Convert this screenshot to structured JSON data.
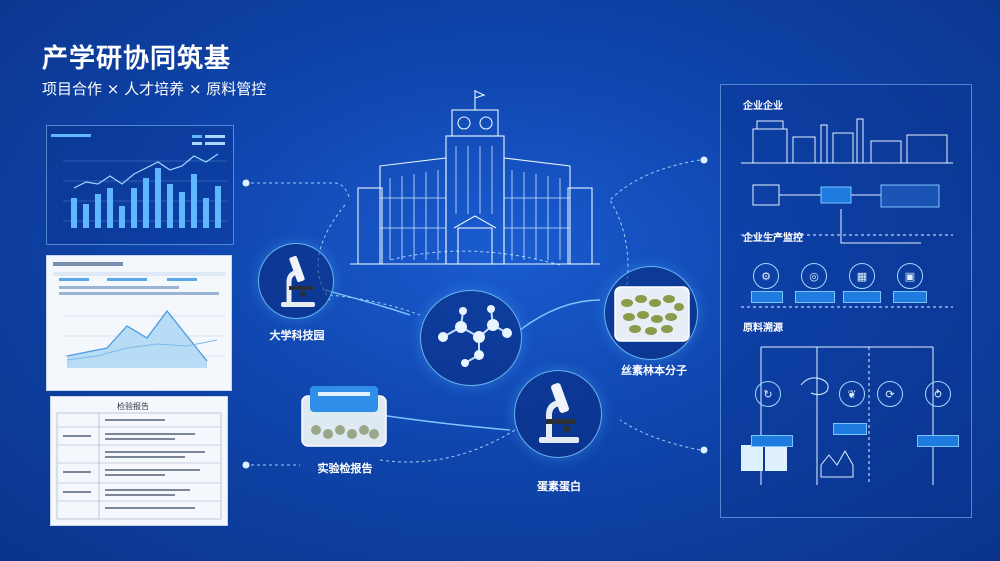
{
  "header": {
    "title": "产学研协同筑基",
    "subtitle": "项目合作 × 人才培养 × 原料管控"
  },
  "center": {
    "university_label": "大学科技园",
    "report_label": "实验检报告",
    "protein_label": "蛋素蛋白",
    "molecule_label": "丝素林本分子"
  },
  "right_panel": {
    "section1": "企业企业",
    "section2": "企业生产监控",
    "section3": "原料溯源"
  },
  "left_report": {
    "title": "检验报告"
  }
}
